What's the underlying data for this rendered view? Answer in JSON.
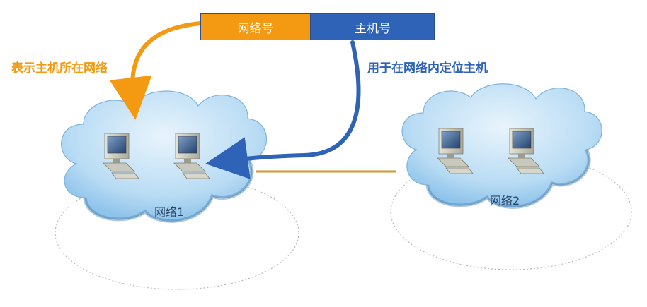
{
  "address": {
    "network_label": "网络号",
    "host_label": "主机号",
    "network_color": "#f39a12",
    "host_color": "#2f63b8"
  },
  "captions": {
    "left": "表示主机所在网络",
    "right": "用于在网络内定位主机",
    "left_color": "#f39a12",
    "right_color": "#2f63b8"
  },
  "networks": [
    {
      "label": "网络1",
      "computers": 2
    },
    {
      "label": "网络2",
      "computers": 2
    }
  ],
  "colors": {
    "cloud_light": "#d9ecfa",
    "cloud_dark": "#8ec3ea",
    "link": "#d9962a"
  },
  "icons": [
    "computer-icon"
  ]
}
